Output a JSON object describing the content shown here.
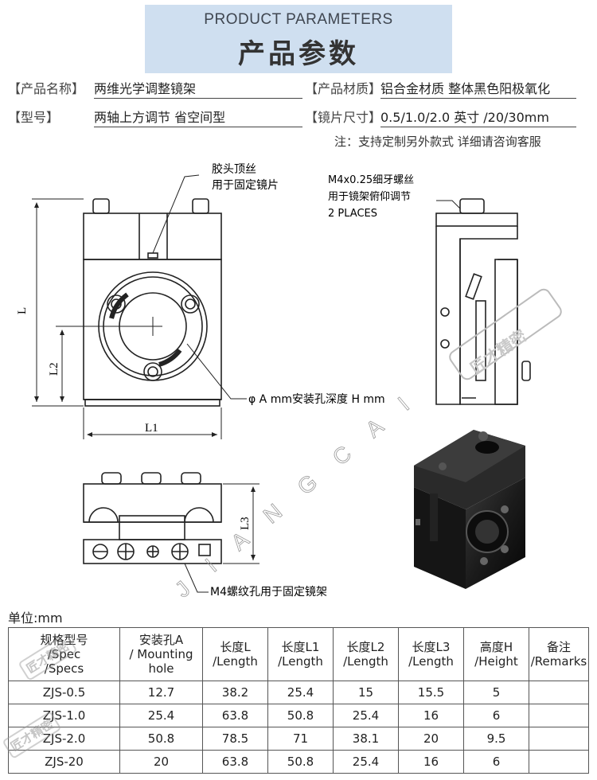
{
  "banner": {
    "title_en": "PRODUCT PARAMETERS",
    "title_cn": "产品参数"
  },
  "params": {
    "name_label": "【产品名称】",
    "name_value": "两维光学调整镜架",
    "material_label": "【产品材质】",
    "material_value": "铝合金材质 整体黑色阳极氧化",
    "model_label": "【型号】",
    "model_value": "两轴上方调节 省空间型",
    "lens_label": "【镜片尺寸】",
    "lens_value": "0.5/1.0/2.0 英寸 /20/30mm"
  },
  "note": "注：支持定制另外款式 详细请咨询客服",
  "drawing": {
    "callout_glue_1": "胶头顶丝",
    "callout_glue_2": "用于固定镜片",
    "callout_m4_1": "M4x0.25细牙螺丝",
    "callout_m4_2": "用于镜架俯仰调节",
    "callout_m4_3": "2 PLACES",
    "dim_L": "L",
    "dim_L1": "L1",
    "dim_L2": "L2",
    "dim_L3": "L3",
    "callout_hole": "φ A mm安装孔深度 H mm",
    "callout_m4_hole": "M4螺纹孔用于固定镜架",
    "brand_watermark": "J I A N G C A I"
  },
  "unit": "单位:mm",
  "table": {
    "headers": [
      [
        "规格型号",
        "/Spec",
        "/Specs"
      ],
      [
        "安装孔A",
        "/ Mounting",
        "hole"
      ],
      [
        "长度L",
        "/Length"
      ],
      [
        "长度L1",
        "/Length"
      ],
      [
        "长度L2",
        "/Length"
      ],
      [
        "长度L3",
        "/Length"
      ],
      [
        "高度H",
        "/Height"
      ],
      [
        "备注",
        "/Remarks"
      ]
    ],
    "rows": [
      [
        "ZJS-0.5",
        "12.7",
        "38.2",
        "25.4",
        "15",
        "15.5",
        "5",
        ""
      ],
      [
        "ZJS-1.0",
        "25.4",
        "63.8",
        "50.8",
        "25.4",
        "16",
        "6",
        ""
      ],
      [
        "ZJS-2.0",
        "50.8",
        "78.5",
        "71",
        "38.1",
        "20",
        "9.5",
        ""
      ],
      [
        "ZJS-20",
        "20",
        "63.8",
        "50.8",
        "25.4",
        "16",
        "6",
        ""
      ]
    ]
  },
  "watermark": "匠才精密"
}
